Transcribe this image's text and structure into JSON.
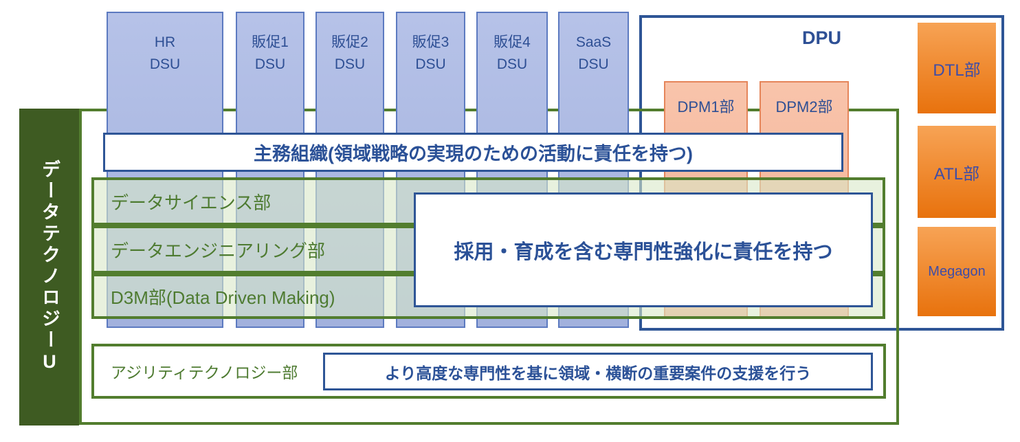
{
  "unit_sidebar": {
    "label": "データテクノロジーU",
    "label_jp": "データテクノロジー",
    "label_suffix": "U"
  },
  "dsu_columns": [
    {
      "line1": "HR",
      "line2": "DSU"
    },
    {
      "line1": "販促1",
      "line2": "DSU"
    },
    {
      "line1": "販促2",
      "line2": "DSU"
    },
    {
      "line1": "販促3",
      "line2": "DSU"
    },
    {
      "line1": "販促4",
      "line2": "DSU"
    },
    {
      "line1": "SaaS",
      "line2": "DSU"
    }
  ],
  "dpu": {
    "label": "DPU",
    "departments": [
      {
        "label": "DPM1部"
      },
      {
        "label": "DPM2部"
      }
    ]
  },
  "lab_boxes": [
    {
      "label": "DTL部"
    },
    {
      "label": "ATL部"
    },
    {
      "label": "Megagon"
    }
  ],
  "function_rows": [
    {
      "label": "データサイエンス部"
    },
    {
      "label": "データエンジニアリング部"
    },
    {
      "label": "D3M部(Data Driven Making)"
    }
  ],
  "agility_department": {
    "label": "アジリティテクノロジー部"
  },
  "notes": {
    "primary_org": "主務組織(領域戦略の実現のための活動に責任を持つ)",
    "specialty": "採用・育成を含む専門性強化に責任を持つ",
    "agility": "より高度な専門性を基に領域・横断の重要案件の支援を行う"
  },
  "colors": {
    "dsu_fill": "#aab8e1",
    "dsu_border": "#5c7ac0",
    "dark_blue": "#2e5596",
    "salmon_fill": "#f6bb9f",
    "salmon_border": "#e5855a",
    "orange_top": "#f7a355",
    "orange_bottom": "#e8720d",
    "green_border": "#527d2e",
    "green_text": "#4e7b31",
    "sidebar_green": "#3e5b22",
    "lab_text": "#3f4da6"
  }
}
